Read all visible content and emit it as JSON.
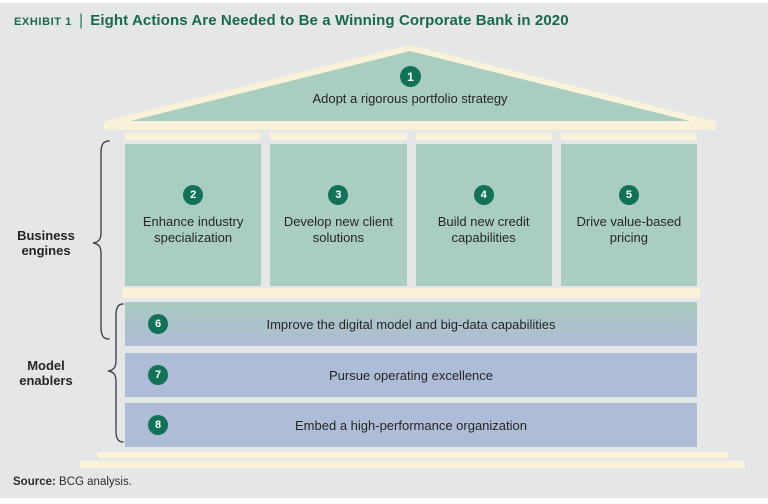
{
  "page": {
    "title_prefix": "Exhibit 1",
    "title_separator": "|",
    "title_text": "Eight Actions Are Needed to Be a Winning Corporate Bank in 2020",
    "source_label": "Source:",
    "source_text": "BCG analysis."
  },
  "colors": {
    "background": "#e5e6e7",
    "title_green": "#17694f",
    "structure_green": "#a9cdc0",
    "bar_blue": "#aebcd7",
    "bar6_gradient_top": "#a7c9bc",
    "cream_trim": "#f9f2d9",
    "number_circle_green": "#127258",
    "number_text": "#ffffff",
    "body_text": "#262626"
  },
  "diagram": {
    "roof": {
      "number": "1",
      "label": "Adopt a rigorous portfolio strategy"
    },
    "pillars": [
      {
        "number": "2",
        "line1": "Enhance industry",
        "line2": "specialization"
      },
      {
        "number": "3",
        "line1": "Develop new client",
        "line2": "solutions"
      },
      {
        "number": "4",
        "line1": "Build new credit",
        "line2": "capabilities"
      },
      {
        "number": "5",
        "line1": "Drive value-based",
        "line2": "pricing"
      }
    ],
    "bars": [
      {
        "number": "6",
        "label": "Improve the digital model and big-data capabilities"
      },
      {
        "number": "7",
        "label": "Pursue operating excellence"
      },
      {
        "number": "8",
        "label": "Embed a high-performance organization"
      }
    ],
    "groups": [
      {
        "line1": "Business",
        "line2": "engines"
      },
      {
        "line1": "Model",
        "line2": "enablers"
      }
    ]
  }
}
